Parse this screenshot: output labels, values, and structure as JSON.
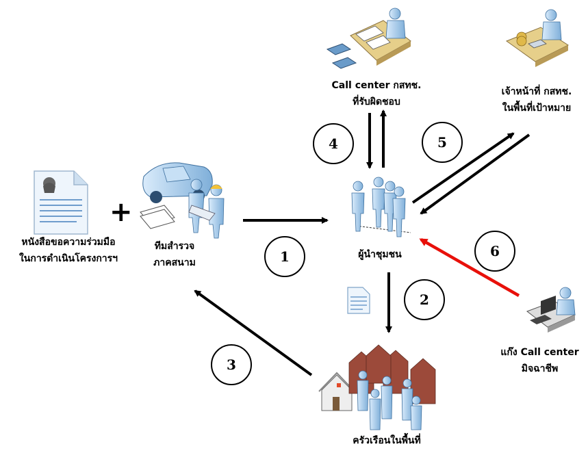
{
  "nodes": {
    "letter": {
      "line1": "หนังสือขอความร่วมมือ",
      "line2": "ในการดำเนินโครงการฯ"
    },
    "survey_team": {
      "line1": "ทีมสำรวจ",
      "line2": "ภาคสนาม"
    },
    "community_leader": {
      "line1": "ผู้นำชุมชน"
    },
    "call_center": {
      "line1": "Call center กสทช.",
      "line2": "ที่รับผิดชอบ"
    },
    "officer": {
      "line1": "เจ้าหน้าที่ กสทช.",
      "line2": "ในพื้นที่เป้าหมาย"
    },
    "scam": {
      "line1": "แก๊ง Call center",
      "line2": "มิจฉาชีพ"
    },
    "households": {
      "line1": "ครัวเรือนในพื้นที่"
    }
  },
  "plus_sign": "+",
  "steps": [
    "1",
    "2",
    "3",
    "4",
    "5",
    "6"
  ],
  "colors": {
    "arrow": "#000000",
    "scam_arrow": "#e8100a",
    "person": "#9cc3e6",
    "person_dark": "#3d6f9e"
  }
}
